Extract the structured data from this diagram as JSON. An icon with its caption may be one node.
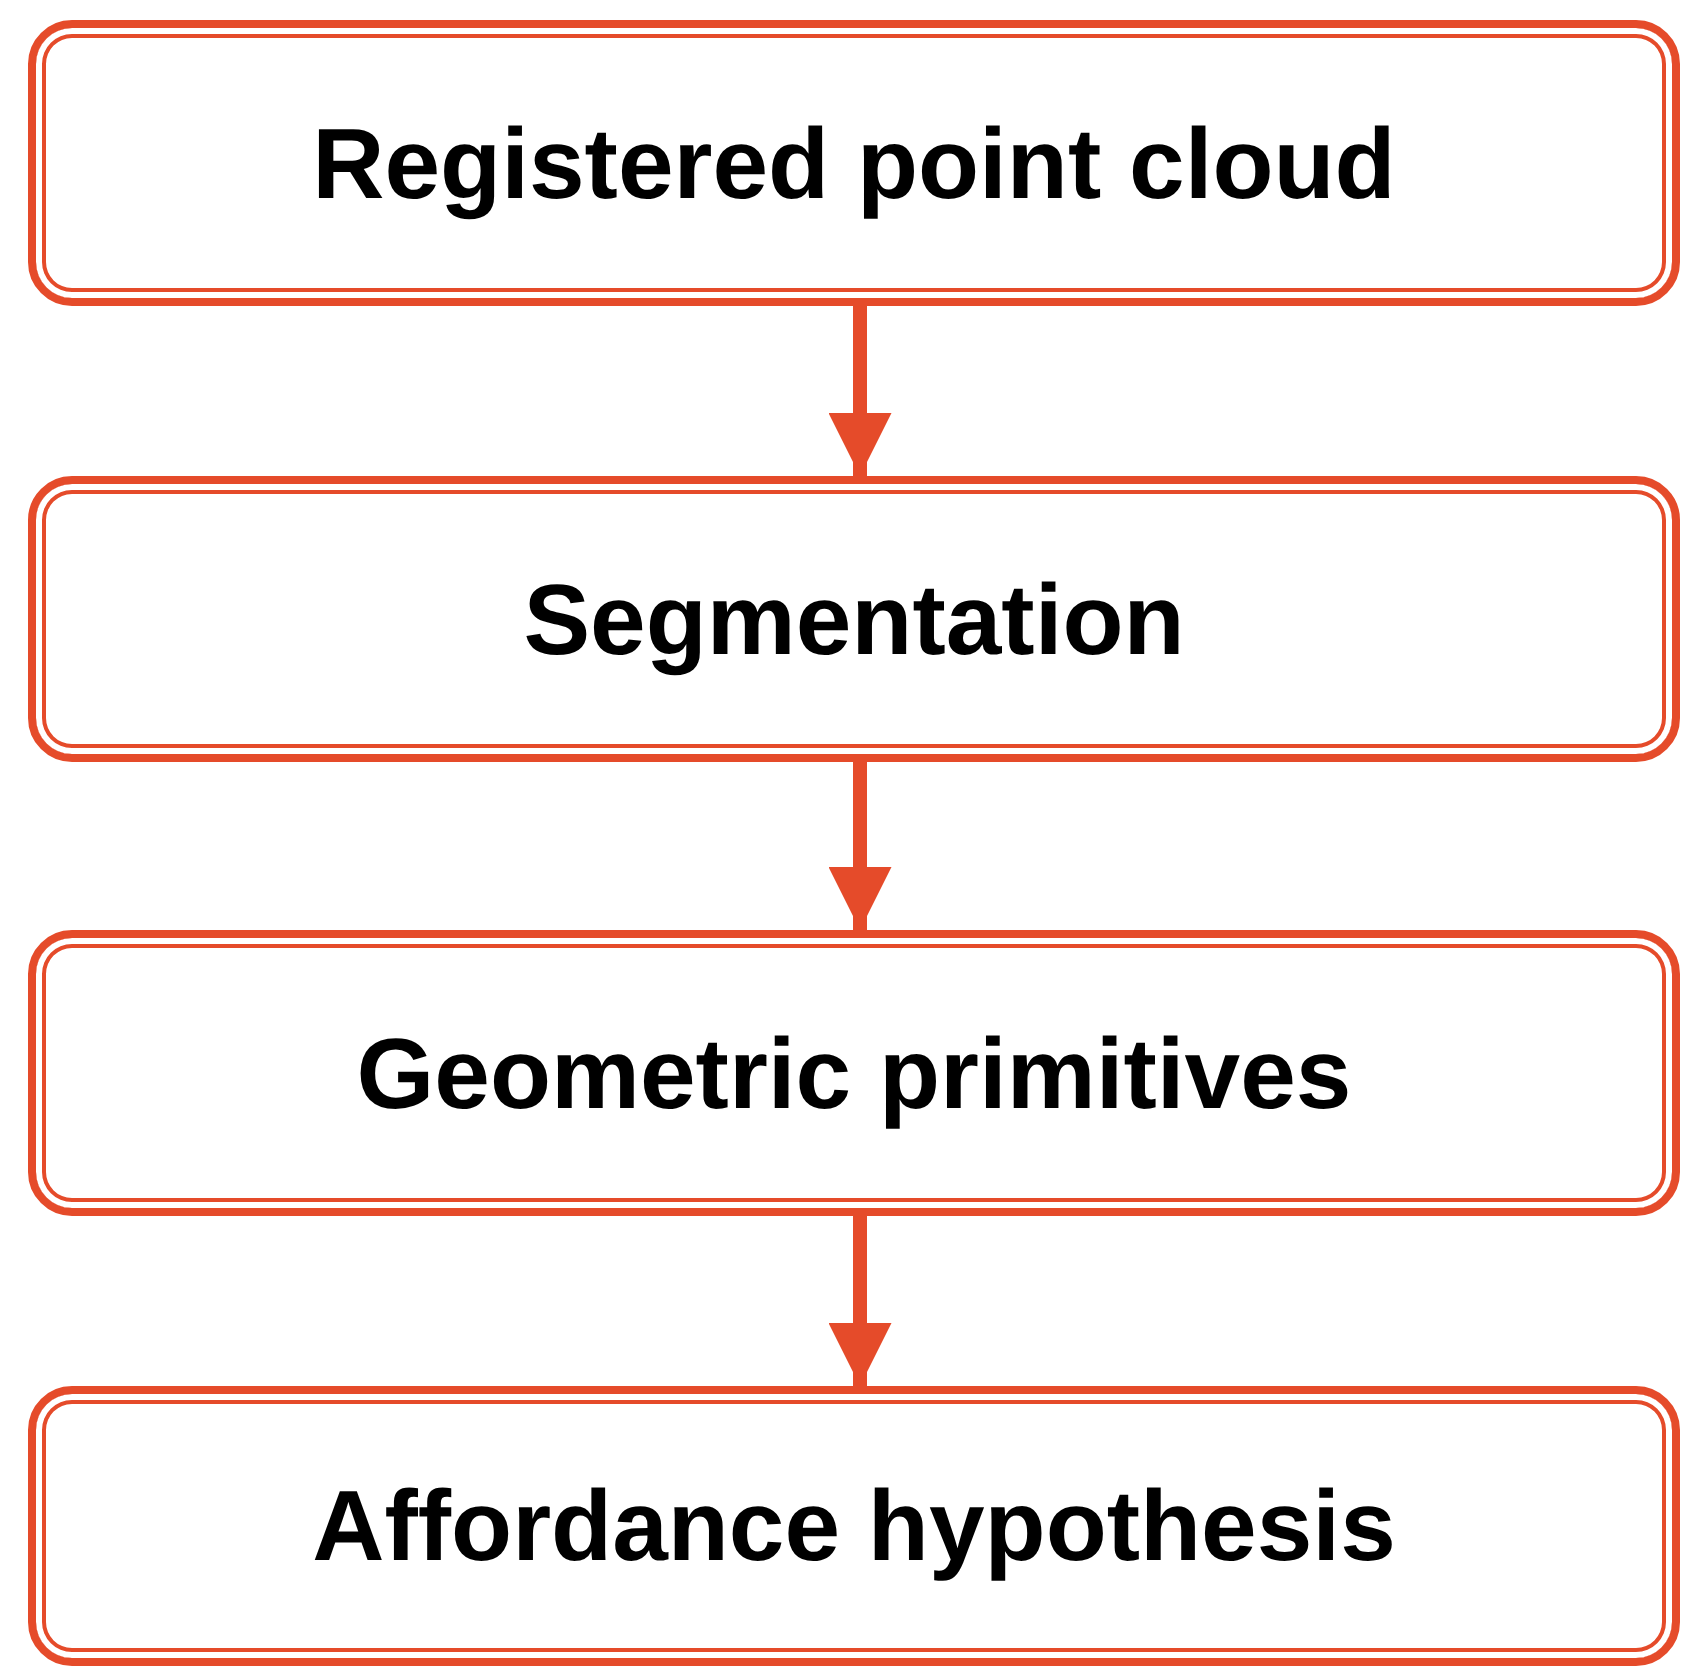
{
  "diagram": {
    "nodes": [
      {
        "text": [
          "Registered point cloud"
        ]
      },
      {
        "text": [
          "Segmentation"
        ]
      },
      {
        "text": [
          "Geometric primitives"
        ]
      },
      {
        "text": [
          "Affordance hypothesis"
        ]
      }
    ],
    "edges": [
      {
        "from": 0,
        "to": 1,
        "arrow": "to"
      },
      {
        "from": 1,
        "to": 2,
        "arrow": "to"
      },
      {
        "from": 2,
        "to": 3,
        "arrow": "to"
      }
    ]
  }
}
